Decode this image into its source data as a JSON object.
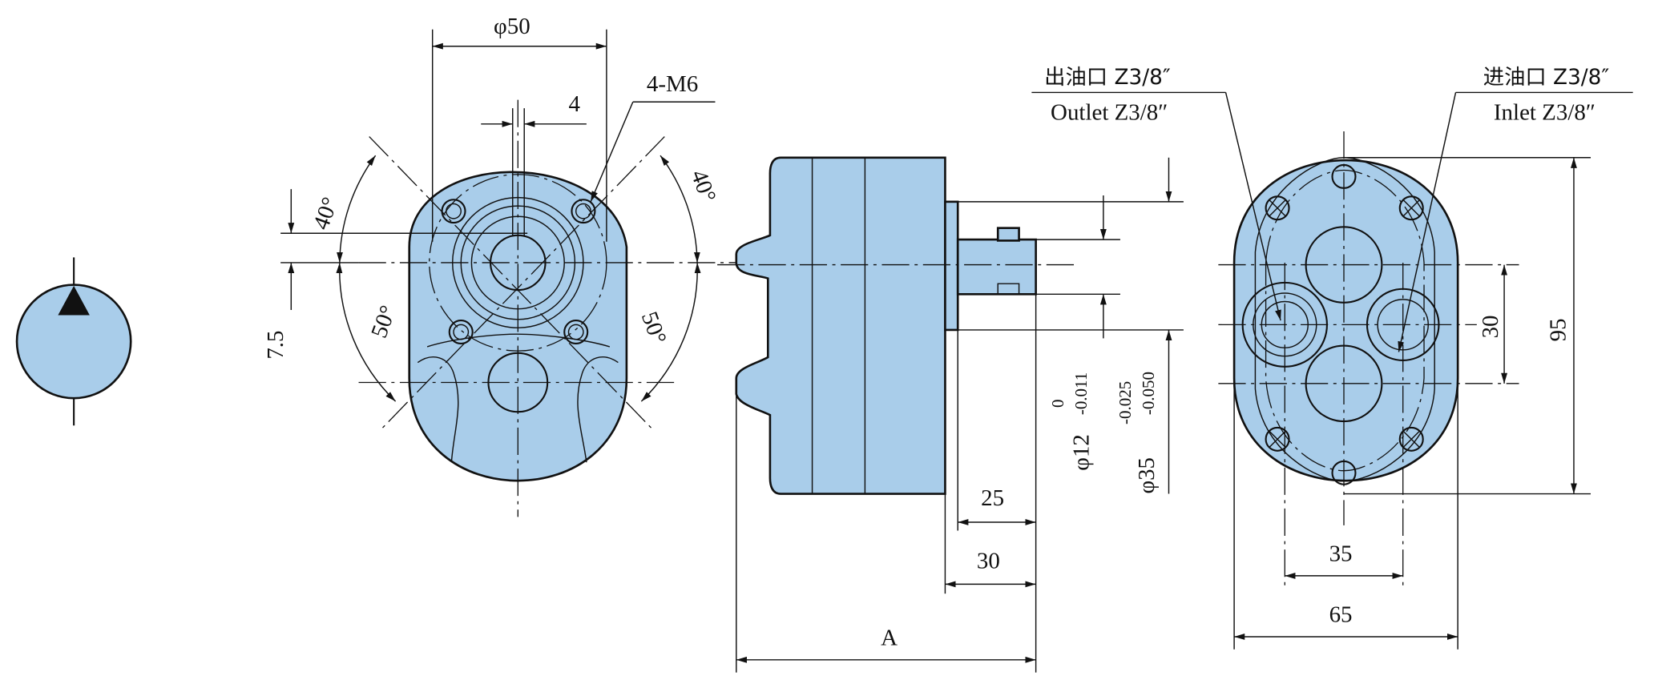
{
  "colors": {
    "body_fill": "#a9cdea",
    "line": "#111111"
  },
  "symbol": {
    "icon": "hydraulic-pump-symbol-icon"
  },
  "front_view": {
    "dim_phi50": "φ50",
    "dim_4": "4",
    "callout_4m6": "4-M6",
    "angle_top_left": "40°",
    "angle_top_right": "40°",
    "angle_bottom_left": "50°",
    "angle_bottom_right": "50°",
    "dim_7_5": "7.5"
  },
  "side_view": {
    "dim_phi12_base": "φ12",
    "dim_phi12_upper": "0",
    "dim_phi12_lower": "-0.011",
    "dim_phi35_base": "φ35",
    "dim_phi35_upper": "-0.025",
    "dim_phi35_lower": "-0.050",
    "dim_25": "25",
    "dim_30": "30",
    "dim_A": "A"
  },
  "rear_view": {
    "outlet_cn": "出油口 Z3/8″",
    "outlet_en": "Outlet Z3/8″",
    "inlet_cn": "进油口 Z3/8″",
    "inlet_en": "Inlet Z3/8″",
    "dim_30": "30",
    "dim_95": "95",
    "dim_35": "35",
    "dim_65": "65"
  }
}
